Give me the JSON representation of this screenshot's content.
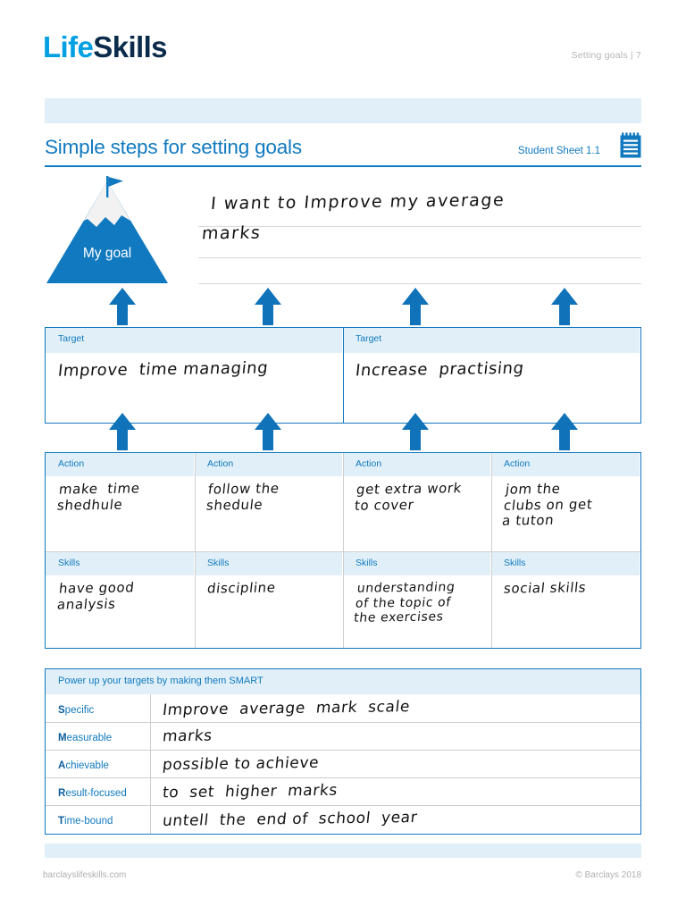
{
  "header": {
    "logo_life": "Life",
    "logo_skills": "Skills",
    "page_ref": "Setting goals | 7"
  },
  "title_row": {
    "title": "Simple steps for setting goals",
    "sheet_label": "Student Sheet 1.1",
    "icon": "notepad-icon"
  },
  "goal": {
    "mountain_label": "My goal",
    "handwritten_line1": "I want  to  Improve  my  average",
    "handwritten_line2": "marks"
  },
  "targets": {
    "header_label": "Target",
    "items": [
      {
        "header": "Target",
        "text": "Improve  time managing"
      },
      {
        "header": "Target",
        "text": "Increase  practising"
      }
    ]
  },
  "actions": {
    "header_label": "Action",
    "items": [
      {
        "header": "Action",
        "text": "make  time\nshedhule"
      },
      {
        "header": "Action",
        "text": "follow the\nshedule"
      },
      {
        "header": "Action",
        "text": "get extra work\nto cover"
      },
      {
        "header": "Action",
        "text": "jom the\nclubs on get\na tuton"
      }
    ]
  },
  "skills": {
    "header_label": "Skills",
    "items": [
      {
        "header": "Skills",
        "text": "have good\nanalysis"
      },
      {
        "header": "Skills",
        "text": "discipline"
      },
      {
        "header": "Skills",
        "text": "understanding\nof the topic of\nthe exercises"
      },
      {
        "header": "Skills",
        "text": "social skills"
      }
    ]
  },
  "smart": {
    "title": "Power up your targets by making them SMART",
    "rows": [
      {
        "initial": "S",
        "rest": "pecific",
        "value": "Improve  average  mark  scale"
      },
      {
        "initial": "M",
        "rest": "easurable",
        "value": "marks"
      },
      {
        "initial": "A",
        "rest": "chievable",
        "value": "possible to achieve"
      },
      {
        "initial": "R",
        "rest": "esult-focused",
        "value": "to  set  higher  marks"
      },
      {
        "initial": "T",
        "rest": "ime-bound",
        "value": "untell  the  end of  school  year"
      }
    ]
  },
  "footer": {
    "left": "barclayslifeskills.com",
    "right": "© Barclays 2018"
  },
  "colors": {
    "brand_light_blue": "#00A0E2",
    "brand_navy": "#0B2B4A",
    "accent_blue": "#1079BF",
    "pale_blue": "#E1F0F8",
    "arrow_blue": "#1072B8"
  }
}
